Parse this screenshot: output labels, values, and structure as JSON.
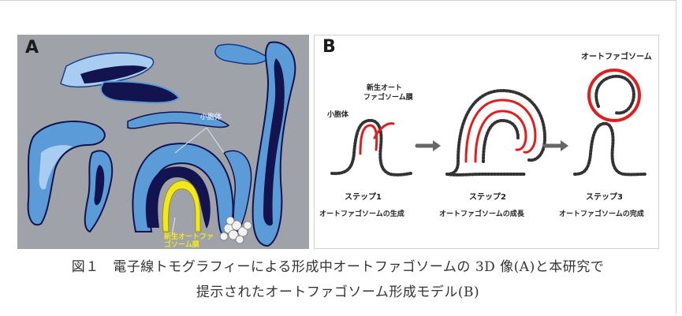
{
  "figure": {
    "panel_a": {
      "letter": "A",
      "label_vesicle": "小胞体",
      "label_membrane": "新生オートファゴソーム膜"
    },
    "panel_b": {
      "letter": "B",
      "label_vesicle": "小胞体",
      "label_nascent_line1": "新生オート",
      "label_nascent_line2": "ファゴソーム膜",
      "label_autophagosome": "オートファゴソーム",
      "steps": [
        {
          "title": "ステップ1",
          "desc": "オートファゴソームの生成"
        },
        {
          "title": "ステップ2",
          "desc": "オートファゴソームの成長"
        },
        {
          "title": "ステップ3",
          "desc": "オートファゴソームの完成"
        }
      ]
    },
    "caption_line1": "図１　電子線トモグラフィーによる形成中オートファゴソームの 3D 像(A)と本研究で",
    "caption_line2": "提示されたオートファゴソーム形成モデル(B)"
  },
  "colors": {
    "er_light": "#5b9bd8",
    "er_pale": "#a9cdf0",
    "er_dark": "#12124f",
    "membrane_yellow": "#f2e81a",
    "red_membrane": "#e21d1d"
  }
}
